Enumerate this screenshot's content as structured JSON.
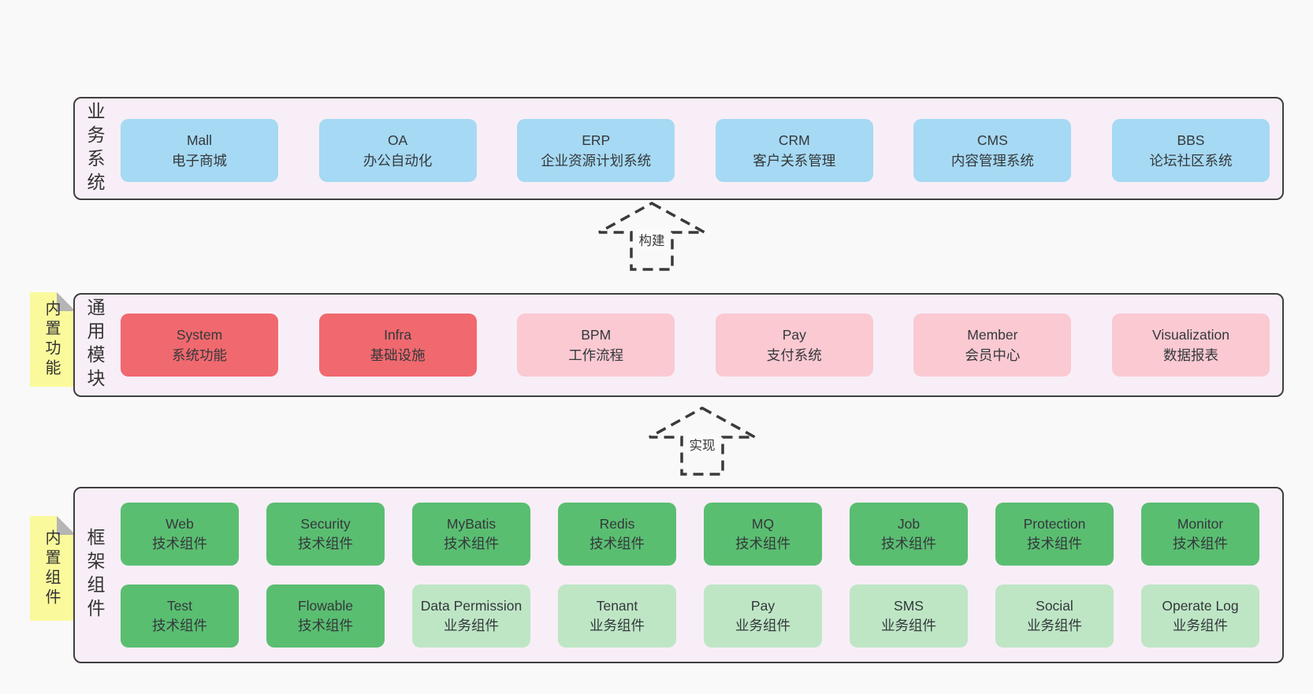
{
  "colors": {
    "page_bg": "#f9f9f9",
    "section_bg": "#f8eef7",
    "section_border": "#3f3f3f",
    "box_blue": "#a6d9f3",
    "box_red": "#f0696e",
    "box_pink": "#fac9d2",
    "box_green_dark": "#5abe71",
    "box_green_light": "#bee6c5",
    "tag_yellow": "#fafa9c"
  },
  "arrows": {
    "build": "构建",
    "implement": "实现"
  },
  "business": {
    "label": "业务系统",
    "boxes": [
      {
        "title": "Mall",
        "subtitle": "电子商城"
      },
      {
        "title": "OA",
        "subtitle": "办公自动化"
      },
      {
        "title": "ERP",
        "subtitle": "企业资源计划系统"
      },
      {
        "title": "CRM",
        "subtitle": "客户关系管理"
      },
      {
        "title": "CMS",
        "subtitle": "内容管理系统"
      },
      {
        "title": "BBS",
        "subtitle": "论坛社区系统"
      }
    ]
  },
  "modules": {
    "tag": "内置功能",
    "label": "通用模块",
    "boxes": [
      {
        "title": "System",
        "subtitle": "系统功能",
        "variant": "red"
      },
      {
        "title": "Infra",
        "subtitle": "基础设施",
        "variant": "red"
      },
      {
        "title": "BPM",
        "subtitle": "工作流程",
        "variant": "pink"
      },
      {
        "title": "Pay",
        "subtitle": "支付系统",
        "variant": "pink"
      },
      {
        "title": "Member",
        "subtitle": "会员中心",
        "variant": "pink"
      },
      {
        "title": "Visualization",
        "subtitle": "数据报表",
        "variant": "pink"
      }
    ]
  },
  "components": {
    "tag": "内置组件",
    "label": "框架组件",
    "rows": [
      [
        {
          "title": "Web",
          "subtitle": "技术组件",
          "variant": "green-dark"
        },
        {
          "title": "Security",
          "subtitle": "技术组件",
          "variant": "green-dark"
        },
        {
          "title": "MyBatis",
          "subtitle": "技术组件",
          "variant": "green-dark"
        },
        {
          "title": "Redis",
          "subtitle": "技术组件",
          "variant": "green-dark"
        },
        {
          "title": "MQ",
          "subtitle": "技术组件",
          "variant": "green-dark"
        },
        {
          "title": "Job",
          "subtitle": "技术组件",
          "variant": "green-dark"
        },
        {
          "title": "Protection",
          "subtitle": "技术组件",
          "variant": "green-dark"
        },
        {
          "title": "Monitor",
          "subtitle": "技术组件",
          "variant": "green-dark"
        }
      ],
      [
        {
          "title": "Test",
          "subtitle": "技术组件",
          "variant": "green-dark"
        },
        {
          "title": "Flowable",
          "subtitle": "技术组件",
          "variant": "green-dark"
        },
        {
          "title": "Data Permission",
          "subtitle": "业务组件",
          "variant": "green-light"
        },
        {
          "title": "Tenant",
          "subtitle": "业务组件",
          "variant": "green-light"
        },
        {
          "title": "Pay",
          "subtitle": "业务组件",
          "variant": "green-light"
        },
        {
          "title": "SMS",
          "subtitle": "业务组件",
          "variant": "green-light"
        },
        {
          "title": "Social",
          "subtitle": "业务组件",
          "variant": "green-light"
        },
        {
          "title": "Operate Log",
          "subtitle": "业务组件",
          "variant": "green-light"
        }
      ]
    ]
  }
}
